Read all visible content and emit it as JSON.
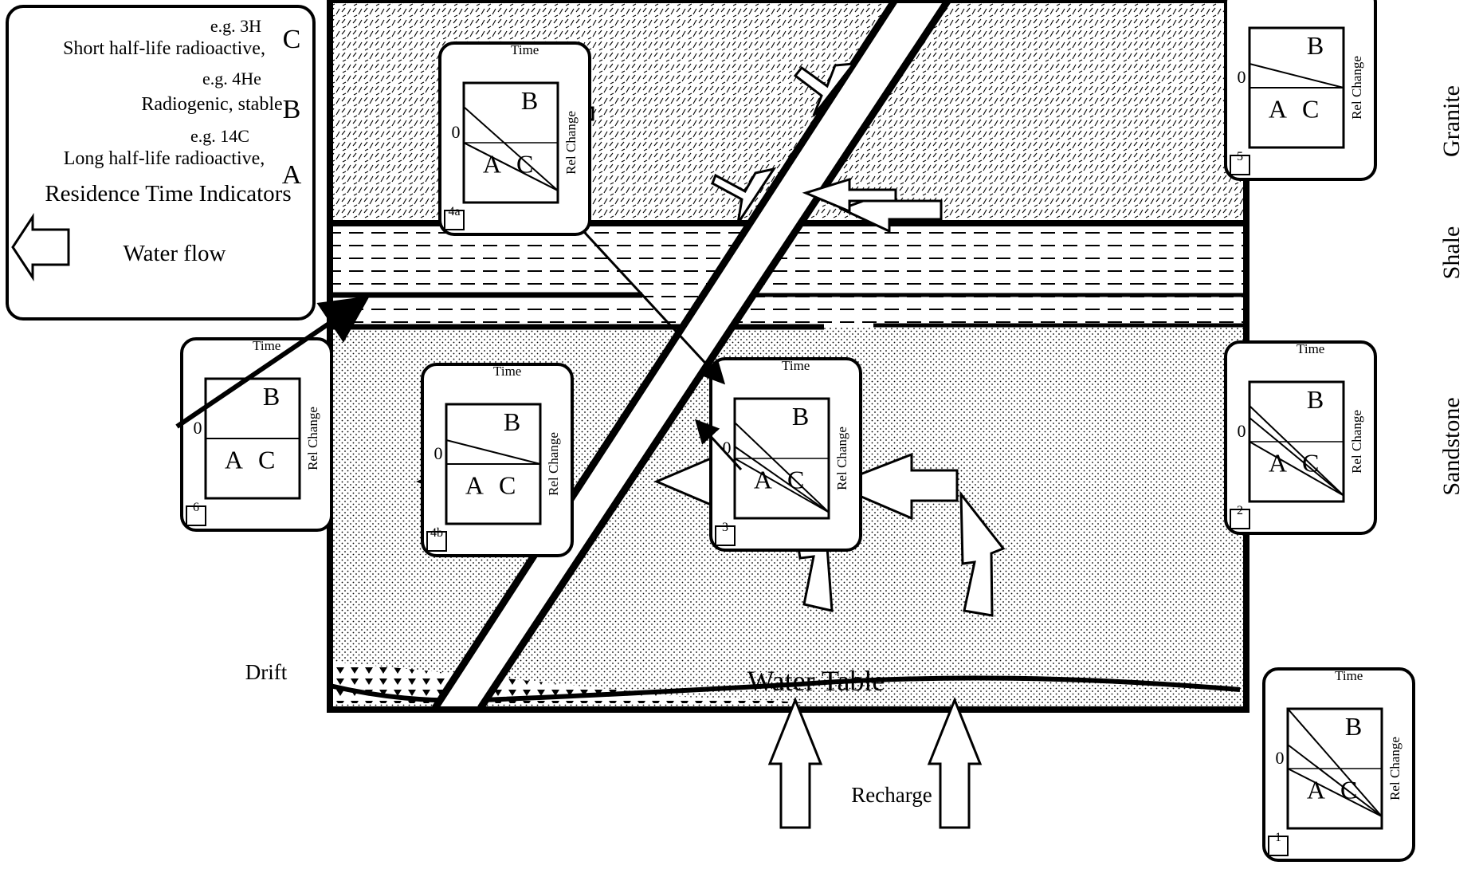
{
  "layers": {
    "granite": "Granite",
    "shale": "Shale",
    "sandstone": "Sandstone",
    "drift": "Drift"
  },
  "labels": {
    "water_table": "Water Table",
    "recharge": "Recharge"
  },
  "legend": {
    "water_flow": "Water flow",
    "title": "Residence Time Indicators",
    "a_letter": "A",
    "a_desc": "Long half-life radioactive,",
    "a_example": "e.g. 14C",
    "b_letter": "B",
    "b_desc": "Radiogenic, stable",
    "b_example": "e.g. 4He",
    "c_letter": "C",
    "c_desc": "Short half-life radioactive,",
    "c_example": "e.g. 3H"
  },
  "plot": {
    "rel_change": "Rel Change",
    "time": "Time",
    "zero": "0"
  },
  "boxes": [
    {
      "id": "1",
      "letters": [
        "A",
        "B",
        "C"
      ],
      "trend": "A declines; B rises; C declines steeply"
    },
    {
      "id": "2",
      "letters": [
        "A",
        "B",
        "C"
      ],
      "trend": "A and C decline; B rises"
    },
    {
      "id": "3",
      "letters": [
        "A",
        "B",
        "C"
      ],
      "trend": "A and C decline; B rises"
    },
    {
      "id": "4a",
      "letters": [
        "A",
        "B",
        "C"
      ],
      "trend": "A declines; B rises; C at zero"
    },
    {
      "id": "4b",
      "letters": [
        "A",
        "B",
        "C"
      ],
      "trend": "A and C flat; B rises"
    },
    {
      "id": "5",
      "letters": [
        "A",
        "B",
        "C"
      ],
      "trend": "A and C flat; B rises"
    },
    {
      "id": "6",
      "letters": [
        "A",
        "B",
        "C"
      ],
      "trend": "all flat"
    }
  ]
}
